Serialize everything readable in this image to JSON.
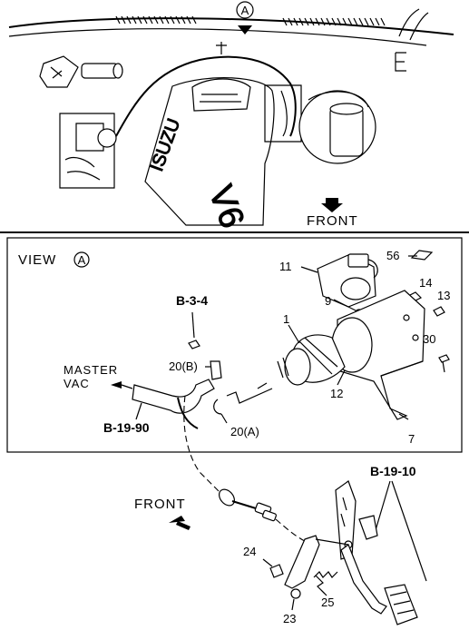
{
  "top_view": {
    "callout_letter": "A",
    "front_label": "FRONT",
    "engine_letters": "ISUZU",
    "cover_letters": "V6",
    "block_letter": "E"
  },
  "detail_view": {
    "view_word": "VIEW",
    "view_letter": "A",
    "master_vac_line1": "MASTER",
    "master_vac_line2": "VAC",
    "front_label": "FRONT"
  },
  "refs": {
    "b_3_4": "B-3-4",
    "b_19_90": "B-19-90",
    "b_19_10": "B-19-10"
  },
  "parts": {
    "p1": "1",
    "p7": "7",
    "p9": "9",
    "p11": "11",
    "p12": "12",
    "p13": "13",
    "p14": "14",
    "p20a": "20(A)",
    "p20b": "20(B)",
    "p23": "23",
    "p24": "24",
    "p25": "25",
    "p30": "30",
    "p56": "56"
  }
}
